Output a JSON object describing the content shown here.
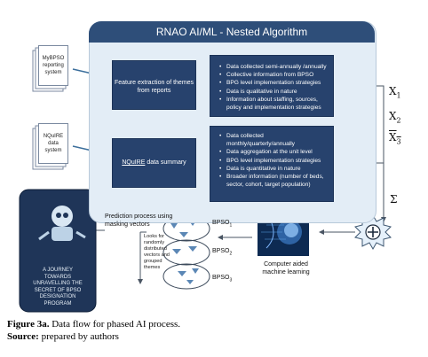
{
  "diagram": {
    "title": "RNAO AI/ML - Nested Algorithm",
    "sources": [
      {
        "name": "MyBPSO",
        "lines": [
          "reporting",
          "system"
        ]
      },
      {
        "name": "NQuIRE",
        "lines": [
          "data",
          "system"
        ]
      }
    ],
    "process_boxes": [
      {
        "label": "Feature extraction of themes from reports"
      },
      {
        "label_prefix": "NQuIRE",
        "label_suffix": "data summary"
      }
    ],
    "info_box_1": [
      "Data collected semi-annually /annually",
      "Collective information from BPSO",
      "BPG level implementation strategies",
      "Data is qualitative in nature",
      "Information about staffing, sources, policy and implementation strategies"
    ],
    "info_box_2": [
      "Data collected monthly/quarterly/annually",
      "Data aggregation at the unit level",
      "BPG level implementation strategies",
      "Data is quantitative in nature",
      "Broader information (number of beds, sector, cohort, target population)"
    ],
    "x_labels": [
      {
        "base": "X",
        "sub": "1"
      },
      {
        "base": "X",
        "sub": "2"
      },
      {
        "base": "X",
        "sub": "3"
      }
    ],
    "sum_symbol": "Σ",
    "plus_symbol": "+",
    "ml_label": [
      "Computer aided",
      "machine learning"
    ],
    "prediction_label": [
      "Prediction process using",
      "masking vectors"
    ],
    "random_note": [
      "Looks for",
      "randomly",
      "distributed",
      "vectors and",
      "grouped",
      "themes"
    ],
    "bpso_labels": [
      {
        "base": "BPSO",
        "sub": "1"
      },
      {
        "base": "BPSO",
        "sub": "2"
      },
      {
        "base": "BPSO",
        "sub": "3"
      }
    ],
    "book_text": [
      "A JOURNEY",
      "TOWARDS",
      "UNRAVELLING THE",
      "SECRET OF BPSO",
      "DESIGNATION",
      "PROGRAM"
    ]
  },
  "caption": {
    "figure_label": "Figure 3a.",
    "figure_text": "Data flow for phased AI process.",
    "source_label": "Source:",
    "source_text": "prepared by authors"
  },
  "colors": {
    "navy": "#27426d",
    "panel": "#e3edf6",
    "arrow": "#3c8fb0",
    "triangle": "#5b87b5"
  }
}
